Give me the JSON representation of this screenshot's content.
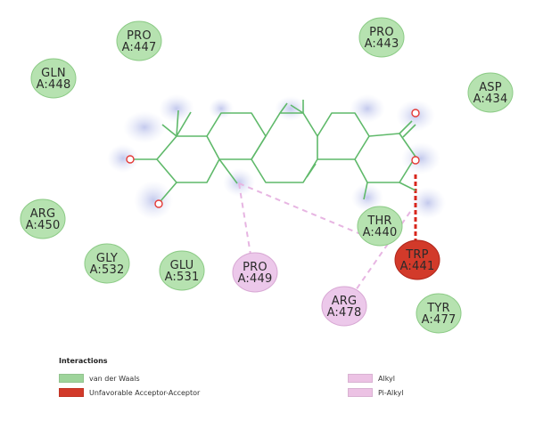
{
  "residues": [
    {
      "id": "pro447",
      "name": "PRO",
      "chain": "A:447",
      "type": "vdw"
    },
    {
      "id": "pro443",
      "name": "PRO",
      "chain": "A:443",
      "type": "vdw"
    },
    {
      "id": "gln448",
      "name": "GLN",
      "chain": "A:448",
      "type": "vdw"
    },
    {
      "id": "asp434",
      "name": "ASP",
      "chain": "A:434",
      "type": "vdw"
    },
    {
      "id": "arg450",
      "name": "ARG",
      "chain": "A:450",
      "type": "vdw"
    },
    {
      "id": "thr440",
      "name": "THR",
      "chain": "A:440",
      "type": "vdw"
    },
    {
      "id": "trp441",
      "name": "TRP",
      "chain": "A:441",
      "type": "unfavorable"
    },
    {
      "id": "gly532",
      "name": "GLY",
      "chain": "A:532",
      "type": "vdw"
    },
    {
      "id": "glu531",
      "name": "GLU",
      "chain": "A:531",
      "type": "vdw"
    },
    {
      "id": "pro449",
      "name": "PRO",
      "chain": "A:449",
      "type": "alkyl"
    },
    {
      "id": "arg478",
      "name": "ARG",
      "chain": "A:478",
      "type": "alkyl"
    },
    {
      "id": "tyr477",
      "name": "TYR",
      "chain": "A:477",
      "type": "vdw"
    }
  ],
  "legend": {
    "title": "Interactions",
    "items": [
      {
        "label": "van der Waals",
        "color": "#9ed49b"
      },
      {
        "label": "Unfavorable Acceptor-Acceptor",
        "color": "#d23a2a"
      },
      {
        "label": "Alkyl",
        "color": "#ecc2e4"
      },
      {
        "label": "Pi-Alkyl",
        "color": "#ecc2e4"
      }
    ]
  },
  "colors": {
    "vdw": "#b6e2b0",
    "vdw_edge": "#8ccb86",
    "unfavorable": "#d23a2a",
    "alkyl": "#ecc8ea",
    "alkyl_edge": "#d8a8d4",
    "bond": "#4caf50",
    "oxygen": "#e53935",
    "glow": "#c5cbea"
  }
}
